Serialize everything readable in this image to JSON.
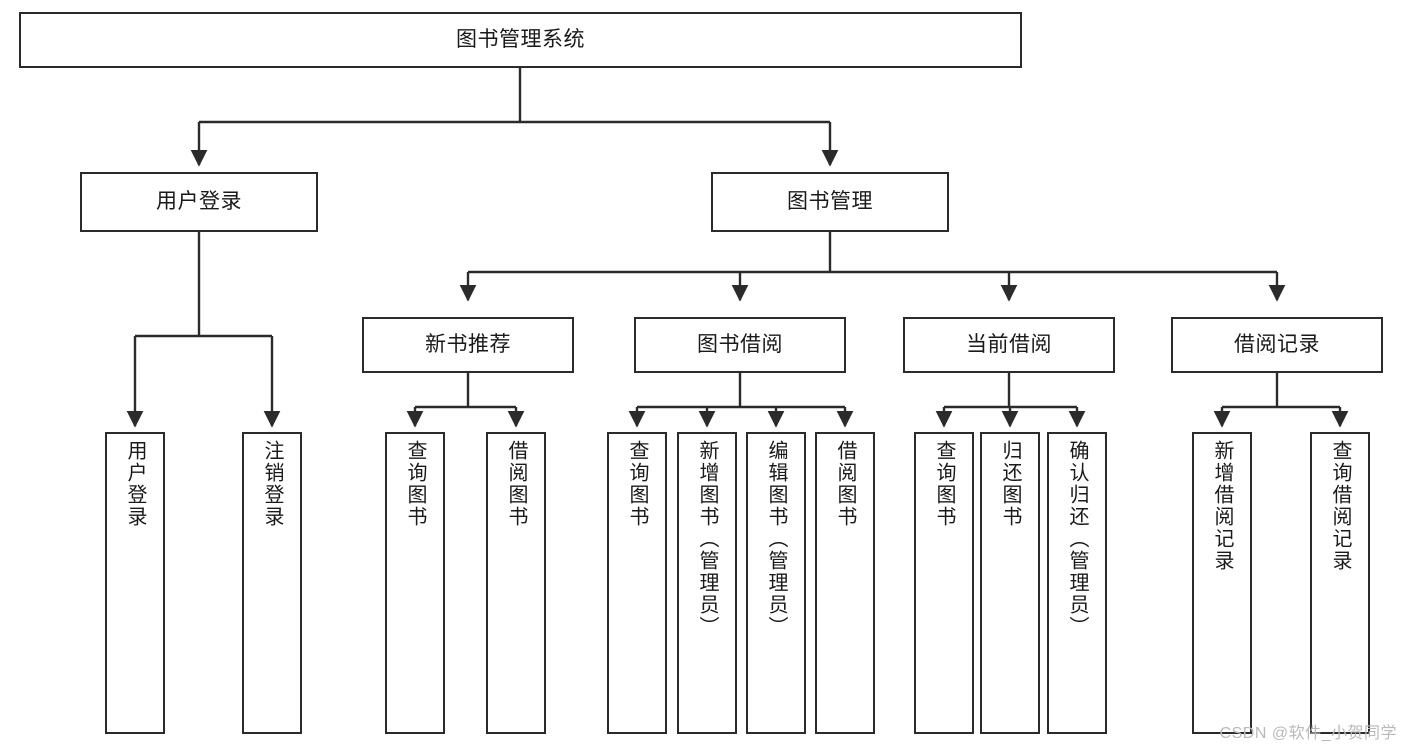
{
  "diagram": {
    "title": "图书管理系统",
    "type": "tree-hierarchy-chart",
    "watermark": "CSDN @软件_小贺同学",
    "colors": {
      "stroke": "#2b2b2b",
      "fill": "#ffffff",
      "text": "#1a1a1a",
      "watermark": "#b9b9b9"
    },
    "nodes": {
      "root": {
        "label": "图书管理系统"
      },
      "level2": [
        {
          "label": "用户登录"
        },
        {
          "label": "图书管理"
        }
      ],
      "level3": [
        {
          "label": "新书推荐"
        },
        {
          "label": "图书借阅"
        },
        {
          "label": "当前借阅"
        },
        {
          "label": "借阅记录"
        }
      ],
      "leaves": {
        "user_login": [
          {
            "label": "用户登录"
          },
          {
            "label": "注销登录"
          }
        ],
        "new_book_rec": [
          {
            "label": "查询图书"
          },
          {
            "label": "借阅图书"
          }
        ],
        "book_borrow": [
          {
            "label": "查询图书"
          },
          {
            "label": "新增图书（管理员）"
          },
          {
            "label": "编辑图书（管理员）"
          },
          {
            "label": "借阅图书"
          }
        ],
        "current_borrow": [
          {
            "label": "查询图书"
          },
          {
            "label": "归还图书"
          },
          {
            "label": "确认归还（管理员）"
          }
        ],
        "borrow_record": [
          {
            "label": "新增借阅记录"
          },
          {
            "label": "查询借阅记录"
          }
        ]
      }
    }
  }
}
